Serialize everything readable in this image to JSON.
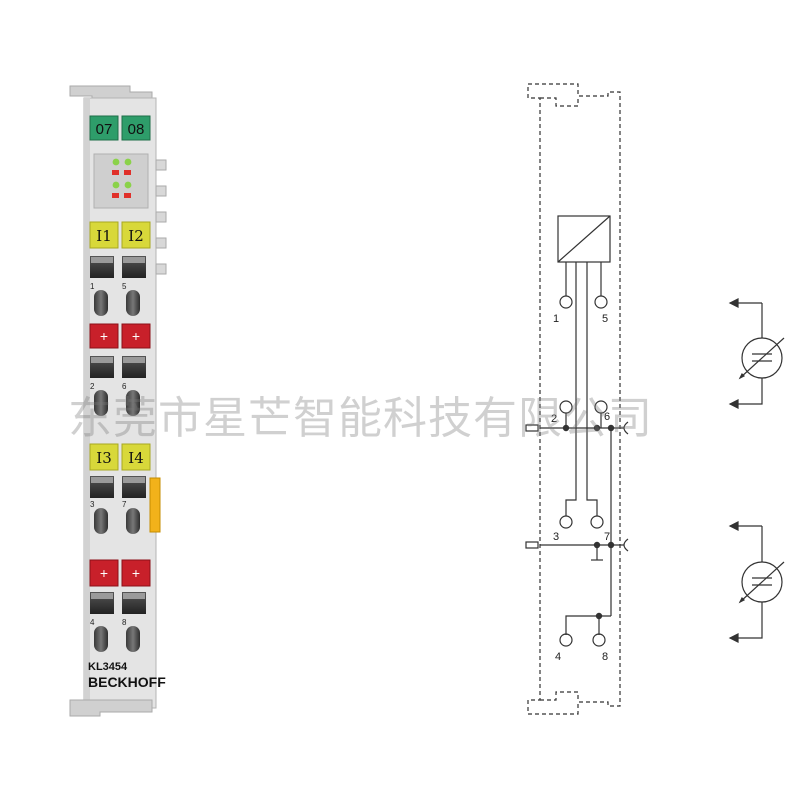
{
  "module": {
    "model": "KL3454",
    "brand": "BECKHOFF",
    "top_labels": [
      "07",
      "08"
    ],
    "channel_labels_a": [
      "I1",
      "I2"
    ],
    "channel_labels_b": [
      "I3",
      "I4"
    ],
    "plus_symbol": "+",
    "terminal_numbers": [
      "1",
      "5",
      "2",
      "6",
      "3",
      "7",
      "4",
      "8"
    ],
    "colors": {
      "green_label": "#2e9d6a",
      "yellow_label": "#d8d83a",
      "red_label": "#c8202a",
      "body": "#e2e2e2"
    }
  },
  "schematic": {
    "terminal_numbers": [
      "1",
      "5",
      "2",
      "6",
      "3",
      "7",
      "4",
      "8"
    ]
  },
  "watermark": "东莞市星芒智能科技有限公司"
}
